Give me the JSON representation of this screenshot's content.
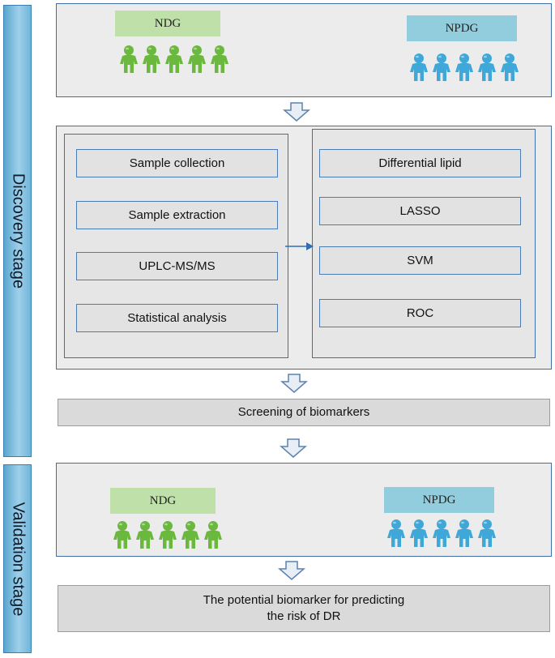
{
  "stages": {
    "discovery": "Discovery stage",
    "validation": "Validation stage"
  },
  "groups": {
    "ndg": "NDG",
    "npdg": "NPDG"
  },
  "left_steps": [
    "Sample collection",
    "Sample extraction",
    "UPLC-MS/MS",
    "Statistical analysis"
  ],
  "right_steps": [
    "Differential lipid",
    "LASSO",
    "SVM",
    "ROC"
  ],
  "screening": "Screening of biomarkers",
  "final": "The potential biomarker for predicting\nthe risk of DR",
  "colors": {
    "ndg_person": "#6bb83f",
    "npdg_person": "#3fa8d8",
    "border": "#3f6fa6",
    "stage_bar": "#7bbde0"
  }
}
